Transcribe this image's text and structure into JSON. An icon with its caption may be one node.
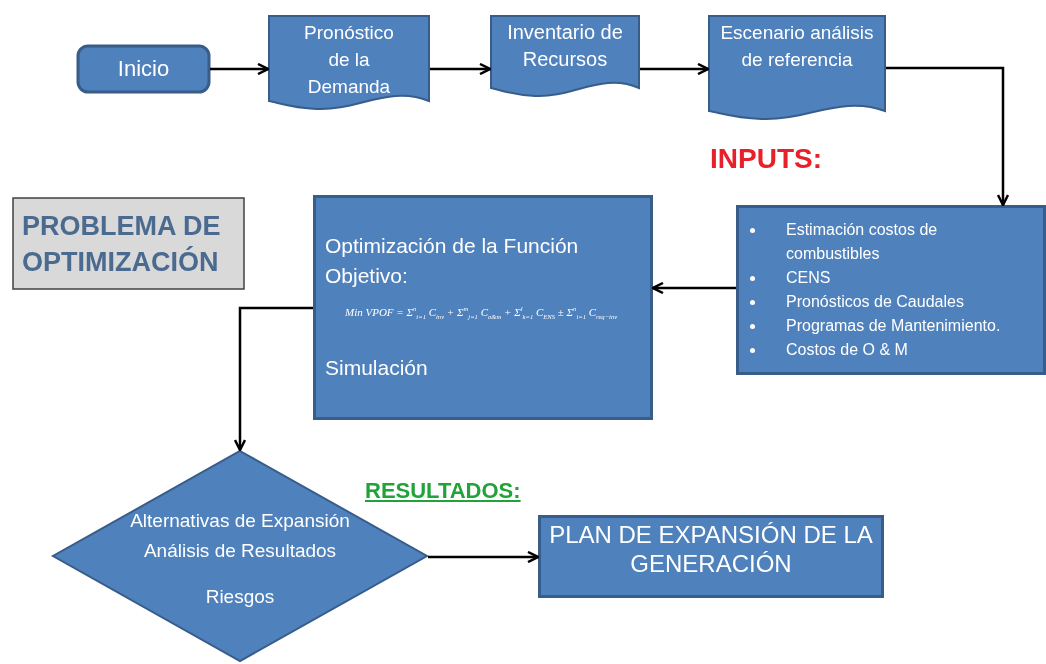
{
  "diagram": {
    "nodes": [
      {
        "text": [
          "Inicio"
        ]
      },
      {
        "text": [
          "Pronóstico de la Demanda"
        ]
      },
      {
        "text": [
          "Inventario de Recursos"
        ]
      },
      {
        "text": [
          "Escenario análisis de referencia"
        ]
      },
      {
        "text": [
          "Estimación costos de combustibles",
          "CENS",
          "Pronósticos de Caudales",
          "Programas de Mantenimiento.",
          "Costos de O & M"
        ]
      },
      {
        "text": [
          "PROBLEMA DE OPTIMIZACIÓN"
        ]
      },
      {
        "text": [
          "Optimización de la Función Objetivo:",
          "*Min* VPOF = Σ$^{n}$$_{i=1}$ C$_{inv}$ + Σ$^{m}$$_{j=1}$ C$_{o&m}$ + Σ$^{l}$$_{k=1}$ C$_{ENS}$ ± Σ$^{n}$$_{i=1}$ C$_{req−inv}$",
          "Simulación"
        ]
      },
      {
        "text": [
          "Alternativas de Expansión",
          "Análisis de Resultados",
          "Riesgos"
        ]
      },
      {
        "text": [
          "PLAN DE EXPANSIÓN DE LA GENERACIÓN"
        ]
      }
    ],
    "edges": [
      {
        "from": 0,
        "to": 1,
        "arrow": "to"
      },
      {
        "from": 1,
        "to": 2,
        "arrow": "to"
      },
      {
        "from": 2,
        "to": 3,
        "arrow": "to"
      },
      {
        "from": 3,
        "to": 4,
        "arrow": "to"
      },
      {
        "from": 4,
        "to": 6,
        "arrow": "to"
      },
      {
        "from": 6,
        "to": 7,
        "arrow": "to"
      },
      {
        "from": 7,
        "to": 8,
        "arrow": "to"
      }
    ],
    "labels": [
      "INPUTS:",
      "RESULTADOS:"
    ]
  }
}
